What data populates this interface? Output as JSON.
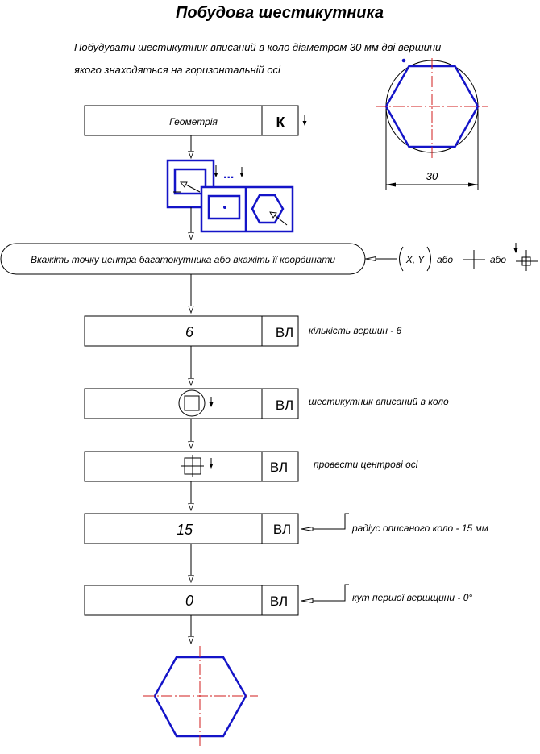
{
  "title": "Побудова шестикутника",
  "task": {
    "line1": "Побудувати шестикутник вписаний в коло діаметром 30 мм дві вершини",
    "line2": "якого знаходяться на горизонтальній осі"
  },
  "dimension_label": "30",
  "menu": {
    "label": "Геометрія",
    "key": "К"
  },
  "prompt": {
    "text": "Вкажіть точку центра багатокутника або вкажіть її координати",
    "coords": "X, Y",
    "or1": "або",
    "or2": "або"
  },
  "dots": "...",
  "steps": [
    {
      "value": "6",
      "key": "ВЛ",
      "note": "кількість вершин -  6"
    },
    {
      "value": "",
      "key": "ВЛ",
      "note": "шестикутник вписаний в коло"
    },
    {
      "value": "",
      "key": "ВЛ",
      "note": "провести центрові осі"
    },
    {
      "value": "15",
      "key": "ВЛ",
      "note": "радіус описаного коло -  15 мм"
    },
    {
      "value": "0",
      "key": "ВЛ",
      "note": "кут першої  вершщини -  0°"
    }
  ],
  "colors": {
    "outline": "#1414c8",
    "axis": "#d21e1e"
  }
}
